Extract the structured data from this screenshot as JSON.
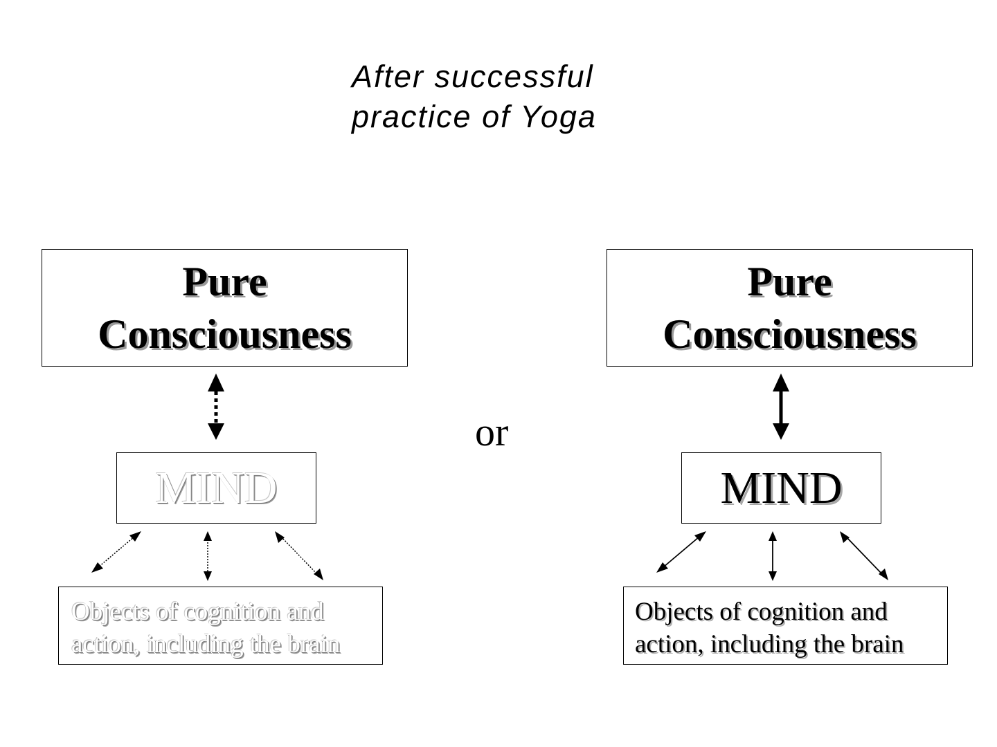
{
  "title": {
    "line1": "After successful",
    "line2": "practice of Yoga"
  },
  "left": {
    "pure_consciousness": {
      "line1": "Pure",
      "line2": "Consciousness"
    },
    "mind": "MIND",
    "objects": {
      "line1": "Objects of cognition and",
      "line2": "action, including the brain"
    },
    "style": "faded, dotted arrows"
  },
  "separator": "or",
  "right": {
    "pure_consciousness": {
      "line1": "Pure",
      "line2": "Consciousness"
    },
    "mind": "MIND",
    "objects": {
      "line1": "Objects of cognition and",
      "line2": "action, including the brain"
    },
    "style": "solid, solid arrows"
  },
  "colors": {
    "text": "#000000",
    "faded_text": "#ffffff",
    "shadow": "#a0a0a0",
    "background": "#ffffff"
  }
}
